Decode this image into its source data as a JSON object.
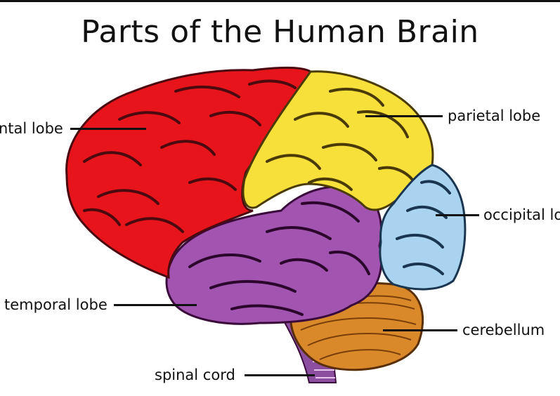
{
  "title": "Parts of the Human Brain",
  "labels": {
    "frontal": "ntal lobe",
    "parietal": "parietal lobe",
    "occipital": "occipital lo",
    "temporal": "temporal lobe",
    "cerebellum": "cerebellum",
    "spinal": "spinal cord"
  },
  "colors": {
    "frontal": "#e8141b",
    "parietal": "#f7e03a",
    "occipital": "#a9d3ef",
    "temporal": "#a155b0",
    "cerebellum": "#d9892a",
    "spinal": "#8c4fa0",
    "sulcus": "#4a0a10"
  }
}
